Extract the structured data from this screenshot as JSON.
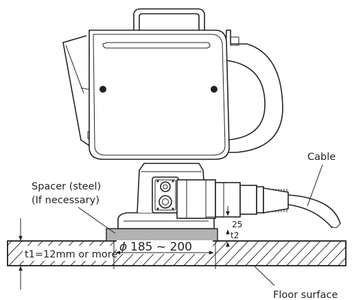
{
  "labels": {
    "cable": "Cable",
    "spacer_line1": "Spacer (steel)",
    "spacer_line2": "(If necessary)",
    "floor_thickness": "t1=12mm or more",
    "diameter_symbol": "ϕ",
    "diameter_range": "185 ~ 200",
    "dim_25": "25",
    "dim_t2": "t2",
    "floor_surface": "Floor surface"
  },
  "colors": {
    "line": "#231f20",
    "spacer_fill": "#b3b3b3",
    "background": "#ffffff"
  }
}
